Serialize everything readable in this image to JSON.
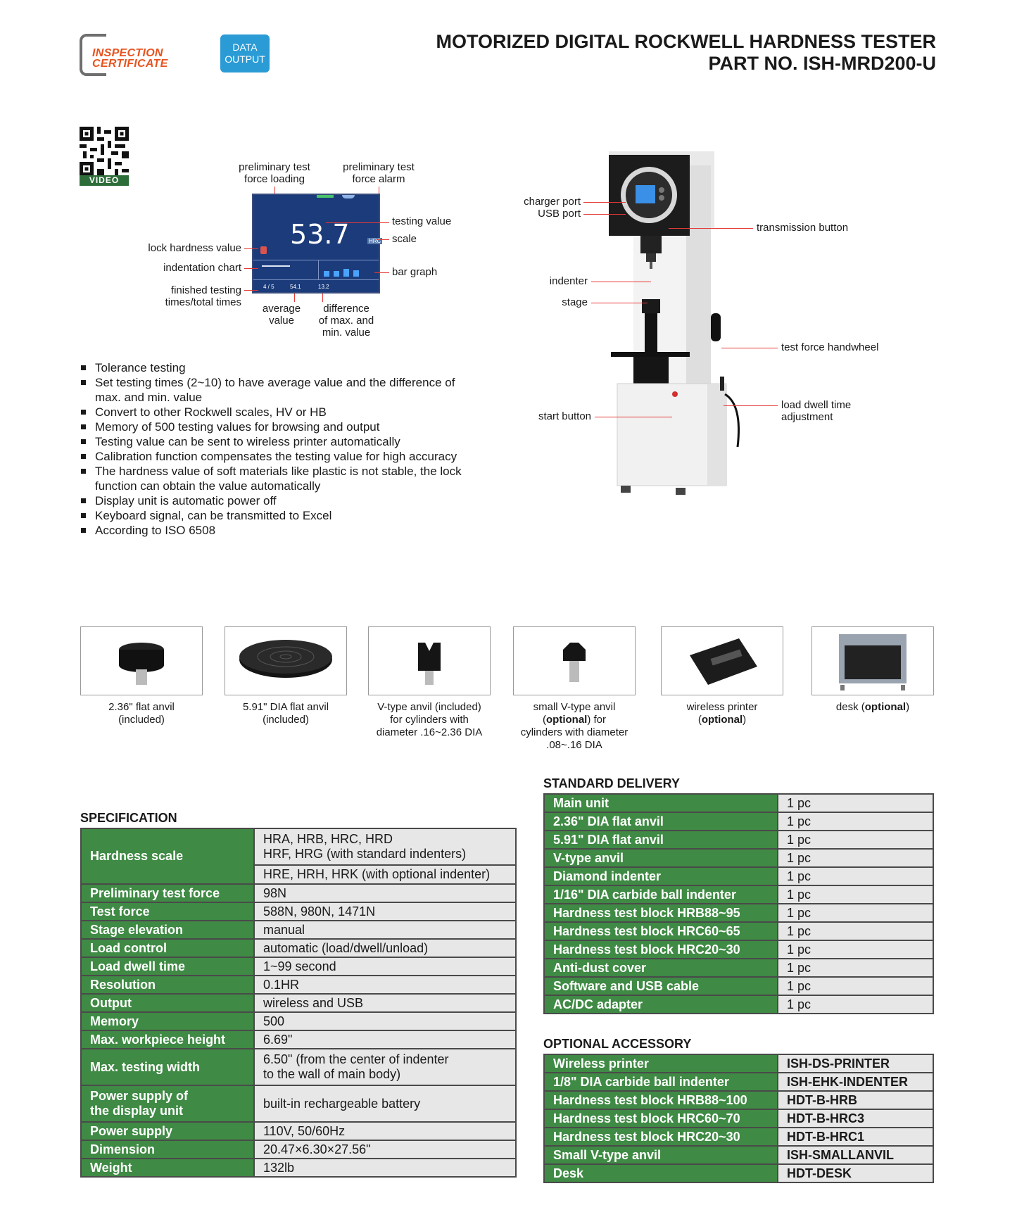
{
  "header": {
    "cert_line1": "INSPECTION",
    "cert_line2": "CERTIFICATE",
    "data_line1": "DATA",
    "data_line2": "OUTPUT",
    "title_line1": "MOTORIZED DIGITAL ROCKWELL HARDNESS TESTER",
    "title_line2": "PART NO. ISH-MRD200-U"
  },
  "qr": {
    "label": "VIDEO"
  },
  "screen": {
    "value": "53.7",
    "scale_tag": "HRC",
    "count": "4 / 5",
    "avg": "54.1",
    "diff": "13.2",
    "labels": {
      "prelim_loading": [
        "preliminary test",
        "force loading"
      ],
      "prelim_alarm": [
        "preliminary test",
        "force alarm"
      ],
      "testing_value": "testing value",
      "scale": "scale",
      "lock": "lock hardness value",
      "indentation": "indentation chart",
      "bar_graph": "bar graph",
      "finished": [
        "finished testing",
        "times/total times"
      ],
      "average": [
        "average",
        "value"
      ],
      "difference": [
        "difference",
        "of max. and",
        "min. value"
      ]
    }
  },
  "machine": {
    "labels": {
      "charger": "charger port",
      "usb": "USB port",
      "transmission": "transmission button",
      "indenter": "indenter",
      "stage": "stage",
      "handwheel": "test force handwheel",
      "dwell": [
        "load dwell time",
        "adjustment"
      ],
      "start": "start button"
    }
  },
  "features": [
    "Tolerance testing",
    "Set testing times (2~10) to have average value and the difference of max. and min. value",
    "Convert to other Rockwell scales, HV or HB",
    "Memory of 500 testing values for browsing and output",
    "Testing value can be sent to wireless printer automatically",
    "Calibration function compensates the testing value for high accuracy",
    "The hardness value of soft materials like plastic is not stable, the lock function can obtain the value automatically",
    "Display unit is automatic power off",
    "Keyboard signal, can be transmitted to Excel",
    "According to ISO 6508"
  ],
  "accessories": [
    {
      "line1": "2.36\" flat anvil",
      "line2": "(included)"
    },
    {
      "line1": "5.91\" DIA flat anvil",
      "line2": "(included)"
    },
    {
      "line1": "V-type anvil (included)",
      "line2": "for cylinders with",
      "line3": "diameter .16~2.36 DIA"
    },
    {
      "line1": "small V-type anvil",
      "line2_bold": "optional",
      "line2_rest": ") for",
      "line3": "cylinders with diameter",
      "line4": ".08~.16 DIA"
    },
    {
      "line1": "wireless printer",
      "line2_bold": "optional"
    },
    {
      "line1": "desk (",
      "line1_bold": "optional"
    }
  ],
  "specification": {
    "title": "SPECIFICATION",
    "hardness_scale_label": "Hardness scale",
    "hardness_scale_std": [
      "HRA, HRB, HRC, HRD",
      "HRF, HRG (with standard indenters)"
    ],
    "hardness_scale_opt": "HRE, HRH, HRK (with optional indenter)",
    "rows": [
      {
        "k": "Preliminary test force",
        "v": "98N"
      },
      {
        "k": "Test force",
        "v": "588N, 980N, 1471N"
      },
      {
        "k": "Stage elevation",
        "v": "manual"
      },
      {
        "k": "Load control",
        "v": "automatic (load/dwell/unload)"
      },
      {
        "k": "Load dwell time",
        "v": "1~99 second"
      },
      {
        "k": "Resolution",
        "v": "0.1HR"
      },
      {
        "k": "Output",
        "v": "wireless and USB"
      },
      {
        "k": "Memory",
        "v": "500"
      },
      {
        "k": "Max. workpiece height",
        "v": "6.69\""
      }
    ],
    "max_width_label": "Max. testing width",
    "max_width_value": [
      "6.50\" (from the center of indenter",
      "to the wall of main body)"
    ],
    "power_display_label": [
      "Power supply of",
      "the display unit"
    ],
    "power_display_value": "built-in rechargeable battery",
    "rows2": [
      {
        "k": "Power supply",
        "v": "110V, 50/60Hz"
      },
      {
        "k": "Dimension",
        "v": "20.47×6.30×27.56\""
      },
      {
        "k": "Weight",
        "v": "132lb"
      }
    ]
  },
  "standard_delivery": {
    "title": "STANDARD DELIVERY",
    "rows": [
      {
        "k": "Main unit",
        "v": "1 pc"
      },
      {
        "k": "2.36\" DIA flat anvil",
        "v": "1 pc"
      },
      {
        "k": "5.91\" DIA flat anvil",
        "v": "1 pc"
      },
      {
        "k": "V-type anvil",
        "v": "1 pc"
      },
      {
        "k": "Diamond indenter",
        "v": "1 pc"
      },
      {
        "k": "1/16\" DIA carbide ball indenter",
        "v": "1 pc"
      },
      {
        "k": "Hardness test block HRB88~95",
        "v": "1 pc"
      },
      {
        "k": "Hardness test block HRC60~65",
        "v": "1 pc"
      },
      {
        "k": "Hardness test block HRC20~30",
        "v": "1 pc"
      },
      {
        "k": "Anti-dust cover",
        "v": "1 pc"
      },
      {
        "k": "Software and USB cable",
        "v": "1 pc"
      },
      {
        "k": "AC/DC adapter",
        "v": "1 pc"
      }
    ]
  },
  "optional_accessory": {
    "title": "OPTIONAL ACCESSORY",
    "rows": [
      {
        "k": "Wireless printer",
        "v": "ISH-DS-PRINTER"
      },
      {
        "k": "1/8\" DIA carbide ball indenter",
        "v": "ISH-EHK-INDENTER"
      },
      {
        "k": "Hardness test block HRB88~100",
        "v": "HDT-B-HRB"
      },
      {
        "k": "Hardness test block HRC60~70",
        "v": "HDT-B-HRC3"
      },
      {
        "k": "Hardness test block HRC20~30",
        "v": "HDT-B-HRC1"
      },
      {
        "k": "Small V-type anvil",
        "v": "ISH-SMALLANVIL"
      },
      {
        "k": "Desk",
        "v": "HDT-DESK"
      }
    ]
  },
  "colors": {
    "accent_green": "#3f8a44",
    "logo_orange": "#e8531f",
    "badge_blue": "#2a9bd5",
    "callout_red": "#e53935"
  }
}
